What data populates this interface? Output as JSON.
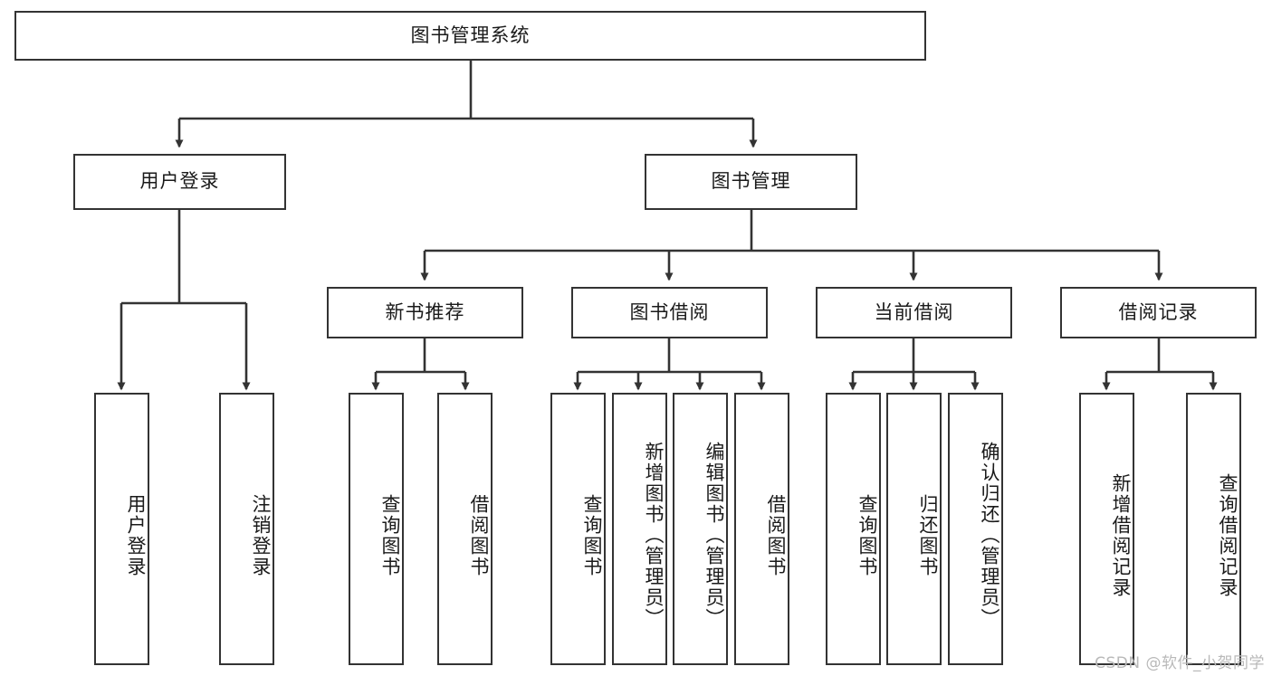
{
  "diagram": {
    "title": "图书管理系统",
    "type": "tree-hierarchy",
    "watermark": "CSDN @软件_小贺同学",
    "colors": {
      "box_border": "#333333",
      "box_fill": "#ffffff",
      "edge": "#333333",
      "text": "#1a1a1a",
      "watermark": "#b9b9b9",
      "background": "#ffffff"
    },
    "levels": {
      "root": {
        "label": "图书管理系统"
      },
      "level2": [
        {
          "label": "用户登录"
        },
        {
          "label": "图书管理"
        }
      ],
      "level3": [
        {
          "label": "新书推荐"
        },
        {
          "label": "图书借阅"
        },
        {
          "label": "当前借阅"
        },
        {
          "label": "借阅记录"
        }
      ],
      "leaves": {
        "user_login": [
          {
            "label": "用户登录"
          },
          {
            "label": "注销登录"
          }
        ],
        "new_book_recommend": [
          {
            "label": "查询图书"
          },
          {
            "label": "借阅图书"
          }
        ],
        "book_borrow": [
          {
            "label": "查询图书"
          },
          {
            "label": "新增图书（管理员）"
          },
          {
            "label": "编辑图书（管理员）"
          },
          {
            "label": "借阅图书"
          }
        ],
        "current_borrow": [
          {
            "label": "查询图书"
          },
          {
            "label": "归还图书"
          },
          {
            "label": "确认归还（管理员）"
          }
        ],
        "borrow_record": [
          {
            "label": "新增借阅记录"
          },
          {
            "label": "查询借阅记录"
          }
        ]
      }
    }
  }
}
